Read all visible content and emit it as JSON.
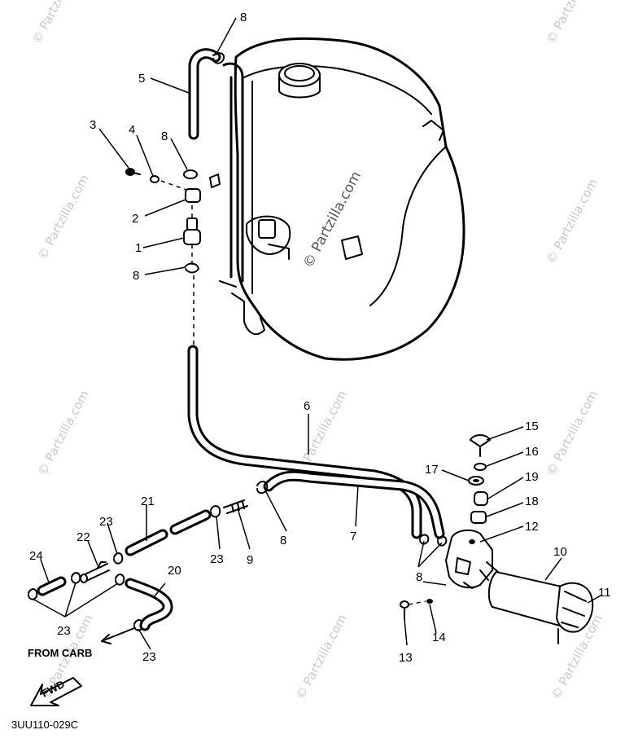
{
  "watermark": "© Partzilla.com",
  "labels": {
    "p1": "1",
    "p2": "2",
    "p3": "3",
    "p4": "4",
    "p5": "5",
    "p6": "6",
    "p7": "7",
    "p8a": "8",
    "p8b": "8",
    "p8c": "8",
    "p8d": "8",
    "p8e": "8",
    "p9": "9",
    "p10": "10",
    "p11": "11",
    "p12": "12",
    "p13": "13",
    "p14": "14",
    "p15": "15",
    "p16": "16",
    "p17": "17",
    "p18": "18",
    "p19": "19",
    "p20": "20",
    "p21": "21",
    "p22": "22",
    "p23a": "23",
    "p23b": "23",
    "p23c": "23",
    "p23d": "23",
    "p24": "24"
  },
  "from_carb": "FROM CARB",
  "fwd": "FWD",
  "diagram_code": "3UU110-029C"
}
